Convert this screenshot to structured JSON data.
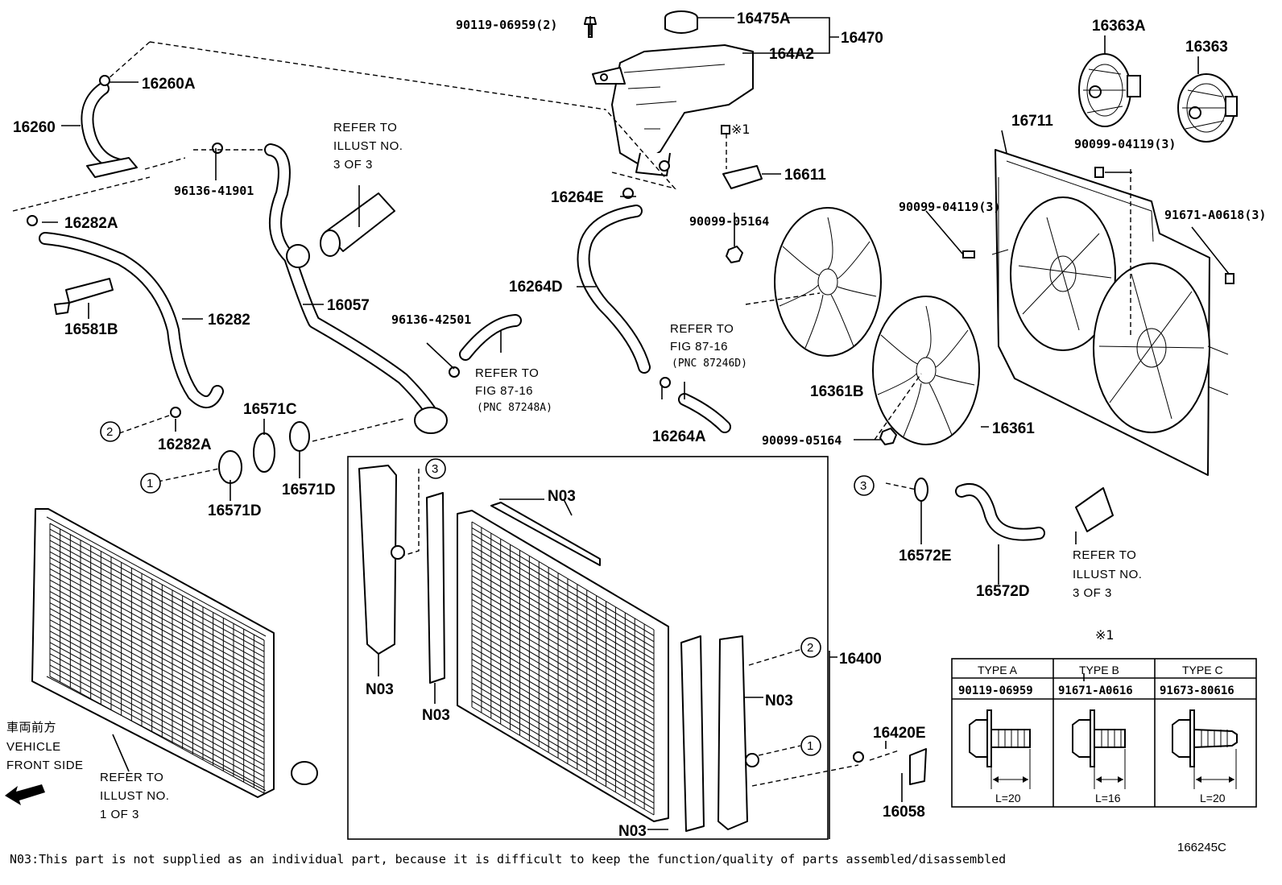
{
  "labels": {
    "p16475A": "16475A",
    "p16470": "16470",
    "p164A2": "164A2",
    "p90119_06959_2": "90119-06959(2)",
    "p16363A": "16363A",
    "p16363": "16363",
    "p16711": "16711",
    "p90099_04119_3a": "90099-04119(3)",
    "p90099_04119_3b": "90099-04119(3)",
    "p91671_A0618_3": "91671-A0618(3)",
    "p16260A": "16260A",
    "p16260": "16260",
    "p96136_41901": "96136-41901",
    "p16282A_top": "16282A",
    "p16581B": "16581B",
    "p16282": "16282",
    "p16057": "16057",
    "p96136_42501": "96136-42501",
    "p16264E": "16264E",
    "p16264D": "16264D",
    "p16611": "16611",
    "p90099_05164a": "90099-05164",
    "p90099_05164b": "90099-05164",
    "p16361B": "16361B",
    "p16361": "16361",
    "p16264A": "16264A",
    "p16282A_bot": "16282A",
    "p16571C": "16571C",
    "p16571D_a": "16571D",
    "p16571D_b": "16571D",
    "p16572E": "16572E",
    "p16572D": "16572D",
    "p16400": "16400",
    "p16420E": "16420E",
    "p16058": "16058",
    "n03_1": "N03",
    "n03_2": "N03",
    "n03_3": "N03",
    "n03_4": "N03",
    "n03_5": "N03",
    "note1": "※1",
    "note1_table": "※1"
  },
  "refs": {
    "illust3_top": [
      "REFER TO",
      "ILLUST NO.",
      "3 OF 3"
    ],
    "fig87_248": [
      "REFER TO",
      "FIG 87-16",
      "(PNC 87248A)"
    ],
    "fig87_246": [
      "REFER TO",
      "FIG 87-16",
      "(PNC 87246D)"
    ],
    "illust3_right": [
      "REFER TO",
      "ILLUST NO.",
      "3 OF 3"
    ],
    "illust1": [
      "REFER TO",
      "ILLUST NO.",
      "1 OF 3"
    ],
    "vehicle": [
      "車両前方",
      "VEHICLE",
      "FRONT SIDE"
    ]
  },
  "circles": [
    "1",
    "2",
    "3"
  ],
  "table": {
    "types": [
      "TYPE A",
      "TYPE B",
      "TYPE C"
    ],
    "parts": [
      "90119-06959",
      "91671-A0616",
      "91673-80616"
    ],
    "lengths": [
      "L=20",
      "L=16",
      "L=20"
    ]
  },
  "footnote": "N03:This part is not supplied as an individual part, because it is difficult to keep the function/quality of parts assembled/disassembled",
  "diagram_code": "166245C"
}
